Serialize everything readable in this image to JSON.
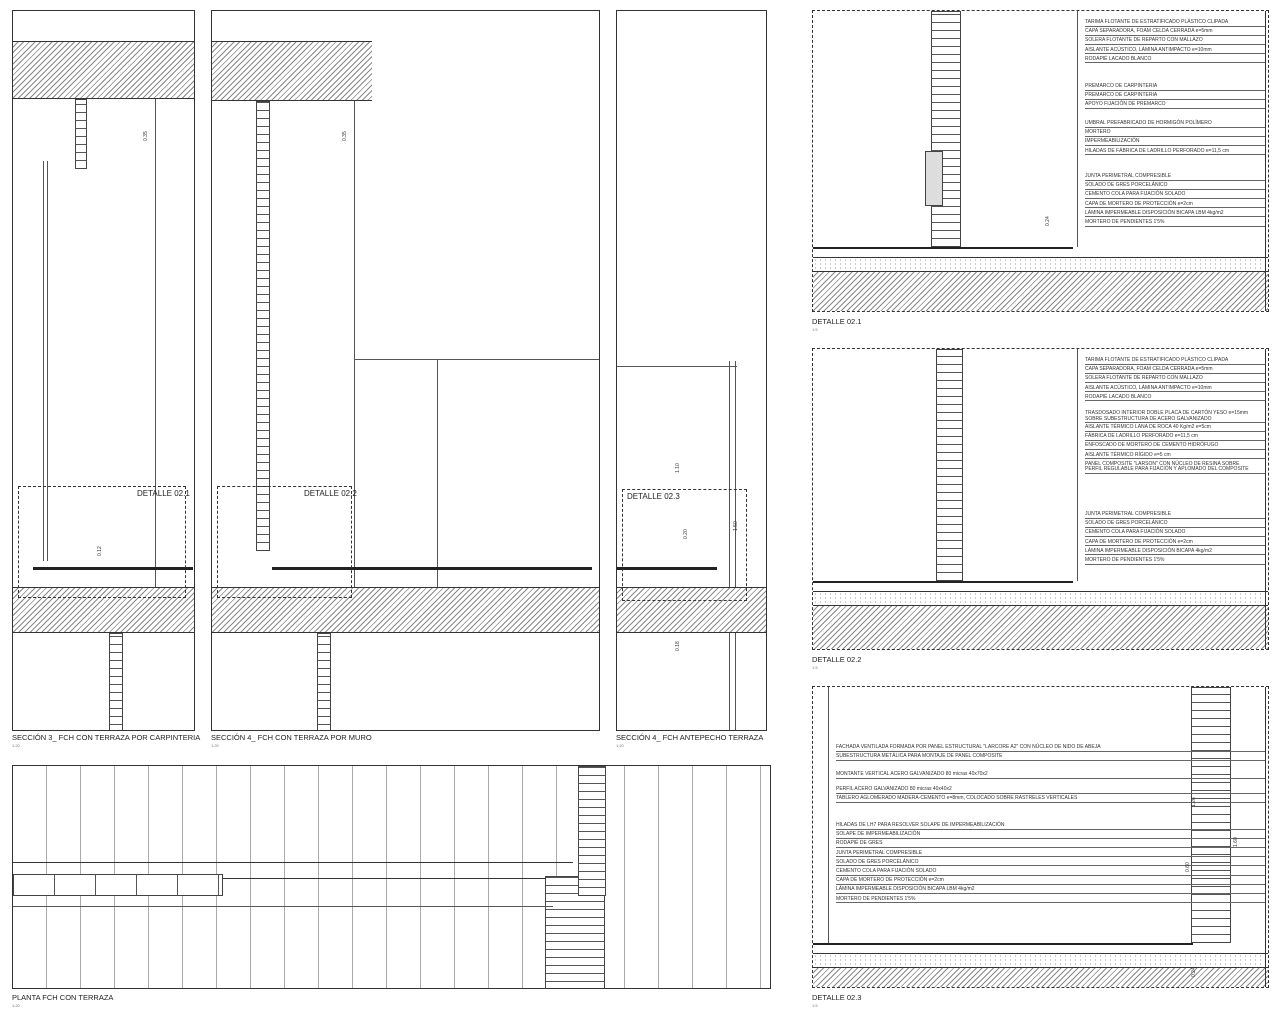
{
  "sections": [
    {
      "caption": "SECCIÓN 3_ FCH CON TERRAZA POR CARPINTERIA",
      "scale": "1:20",
      "detail_label": "DETALLE 02.1",
      "dims": [
        "0.35",
        "0.12"
      ]
    },
    {
      "caption": "SECCIÓN 4_ FCH CON TERRAZA POR MURO",
      "scale": "1:20",
      "detail_label": "DETALLE 02.2",
      "dims": [
        "0.35"
      ]
    },
    {
      "caption": "SECCIÓN 4_ FCH ANTEPECHO TERRAZA",
      "scale": "1:20",
      "detail_label": "DETALLE 02.3",
      "dims": [
        "1.10",
        "1.50",
        "0.20",
        "0.18"
      ]
    }
  ],
  "plan": {
    "caption": "PLANTA FCH CON TERRAZA",
    "scale": "1:20"
  },
  "details": [
    {
      "caption": "DETALLE 02.1",
      "scale": "1:5",
      "dims": [
        "0.24"
      ],
      "groups": [
        [
          "TARIMA FLOTANTE DE ESTRATIFICADO PLÁSTICO CLIPADA",
          "CAPA SEPARADORA, FOAM CELDA CERRADA e=5mm",
          "SOLERA FLOTANTE DE REPARTO CON MALLAZO",
          "AISLANTE ACÚSTICO, LÁMINA ANTIMPACTO e=10mm",
          "RODAPIÉ LACADO BLANCO"
        ],
        [
          "PREMARCO DE CARPINTERIA",
          "PREMARCO DE CARPINTERIA",
          "APOYO FIJACIÓN DE PREMARCO"
        ],
        [
          "UMBRAL PREFABRICADO DE HORMIGÓN POLÍMERO",
          "MORTERO",
          "IMPERMEABILIZACIÓN",
          "HILADAS DE FÁBRICA DE LADRILLO PERFORADO e=11,5 cm"
        ],
        [
          "JUNTA PERIMETRAL COMPRESIBLE",
          "SOLADO DE GRES PORCELÁNICO",
          "CEMENTO COLA PARA FIJACIÓN SOLADO",
          "CAPA DE MORTERO DE PROTECCIÓN e=2cm",
          "LÁMINA IMPERMEABLE DISPOSICIÓN BICAPA LBM 4kg/m2",
          "MORTERO DE PENDIENTES 1'5%"
        ]
      ]
    },
    {
      "caption": "DETALLE 02.2",
      "scale": "1:5",
      "dims": [],
      "groups": [
        [
          "TARIMA FLOTANTE DE ESTRATIFICADO PLÁSTICO CLIPADA",
          "CAPA SEPARADORA, FOAM CELDA CERRADA e=5mm",
          "SOLERA FLOTANTE DE REPARTO CON MALLAZO",
          "AISLANTE ACÚSTICO, LÁMINA ANTIMPACTO e=10mm",
          "RODAPIÉ LACADO BLANCO"
        ],
        [
          "TRASDOSADO INTERIOR DOBLE PLACA DE CARTÓN YESO e=15mm\nSOBRE SUBESTRUCTURA DE ACERO GALVANIZADO",
          "AISLANTE TÉRMICO LANA DE ROCA 40 Kg/m2 e=5cm",
          "FÁBRICA DE LADRILLO PERFORADO e=11,5 cm",
          "ENFOSCADO DE MORTERO DE CEMENTO HIDRÓFUGO",
          "AISLANTE TÉRMICO RÍGIDO e=5 cm",
          "PANEL COMPOSITE \"LARSON\" CON NÚCLEO DE RESINA SOBRE\nPERFIL REGULABLE PARA FIJACIÓN Y APLOMADO DEL COMPOSITE"
        ],
        [
          "JUNTA PERIMETRAL COMPRESIBLE",
          "SOLADO DE GRES PORCELÁNICO",
          "CEMENTO COLA PARA FIJACIÓN SOLADO",
          "CAPA DE MORTERO DE PROTECCIÓN e=2cm",
          "LÁMINA IMPERMEABLE DISPOSICIÓN BICAPA 4kg/m2",
          "MORTERO DE PENDIENTES 1'5%"
        ]
      ]
    },
    {
      "caption": "DETALLE 02.3",
      "scale": "1:5",
      "dims": [
        "1.26",
        "0.60",
        "1.60",
        "0.24"
      ],
      "groups": [
        [
          "FACHADA VENTILADA FORMADA POR PANEL ESTRUCTURAL \"LARCORE A2\" CON NÚCLEO DE NIDO DE ABEJA",
          "SUBESTRUCTURA METÁLICA PARA MONTAJE DE PANEL COMPOSITE"
        ],
        [
          "MONTANTE VERTICAL ACERO GALVANIZADO 80 micras 40x70x2"
        ],
        [
          "PERFIL ACERO GALVANIZADO 80 micras 40x40x2",
          "TABLERO AGLOMERADO MADERA-CEMENTO e=8mm, COLOCADO SOBRE RASTRELES VERTICALES"
        ],
        [
          "HILADAS DE LH7 PARA RESOLVER SOLAPE DE IMPERMEABILIZACIÓN",
          "SOLAPE DE IMPERMEABILIZACIÓN",
          "RODAPIÉ DE GRES",
          "JUNTA PERIMETRAL COMPRESIBLE",
          "SOLADO DE GRES PORCELÁNICO",
          "CEMENTO COLA PARA FIJACIÓN SOLADO",
          "CAPA DE MORTERO DE PROTECCIÓN e=2cm",
          "LÁMINA IMPERMEABLE DISPOSICIÓN BICAPA LBM 4kg/m2",
          "MORTERO DE PENDIENTES 1'5%"
        ]
      ]
    }
  ]
}
